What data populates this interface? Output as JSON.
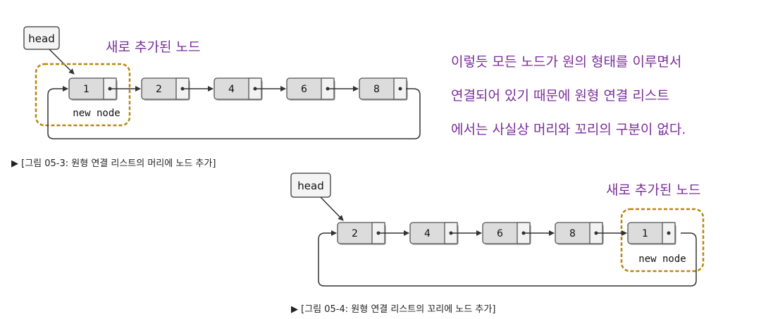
{
  "figure1": {
    "head_label": "head",
    "annotation": "새로 추가된 노드",
    "nodes": [
      "1",
      "2",
      "4",
      "6",
      "8"
    ],
    "new_node_label": "new node",
    "caption": "▶ [그림 05-3: 원형 연결 리스트의 머리에 노드 추가]"
  },
  "figure2": {
    "head_label": "head",
    "annotation": "새로 추가된 노드",
    "nodes": [
      "2",
      "4",
      "6",
      "8",
      "1"
    ],
    "new_node_label": "new node",
    "caption": "▶ [그림 05-4: 원형 연결 리스트의 꼬리에 노드 추가]"
  },
  "side_note": [
    "이렇듯 모든 노드가 원의 형태를 이루면서",
    "연결되어 있기 때문에 원형 연결 리스트",
    "에서는 사실상 머리와 꼬리의 구분이 없다."
  ],
  "colors": {
    "annotation": "#7a2d9a",
    "highlight_border": "#b8860b",
    "node_fill": "#dcdcdc",
    "node_border": "#555555",
    "arrow": "#333333"
  }
}
